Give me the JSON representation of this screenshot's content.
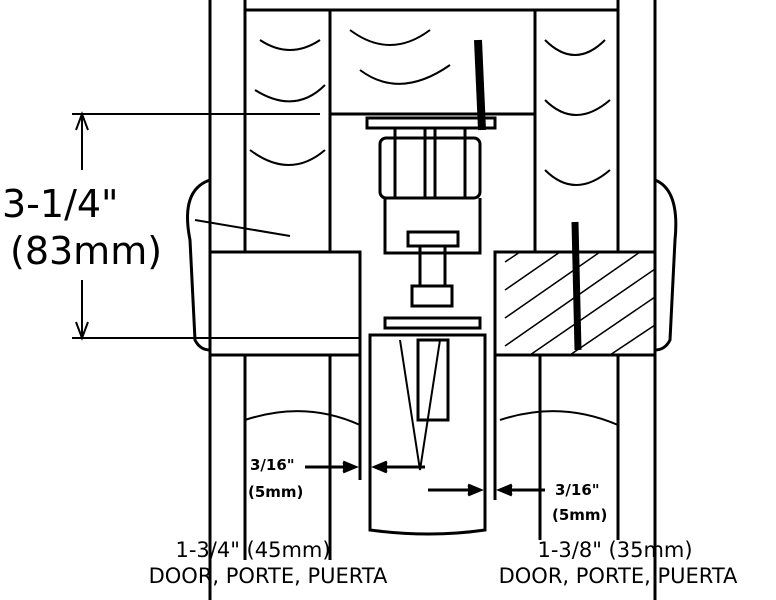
{
  "dimension_height": {
    "imperial": "3-1/4\"",
    "metric": "(83mm)"
  },
  "gap_left": {
    "imperial": "3/16\"",
    "metric": "(5mm)"
  },
  "gap_right": {
    "imperial": "3/16\"",
    "metric": "(5mm)"
  },
  "door_left": {
    "size": "1-3/4\" (45mm)",
    "label": "DOOR, PORTE, PUERTA"
  },
  "door_right": {
    "size": "1-3/8\" (35mm)",
    "label": "DOOR, PORTE, PUERTA"
  },
  "colors": {
    "line": "#000000",
    "background": "#ffffff"
  }
}
